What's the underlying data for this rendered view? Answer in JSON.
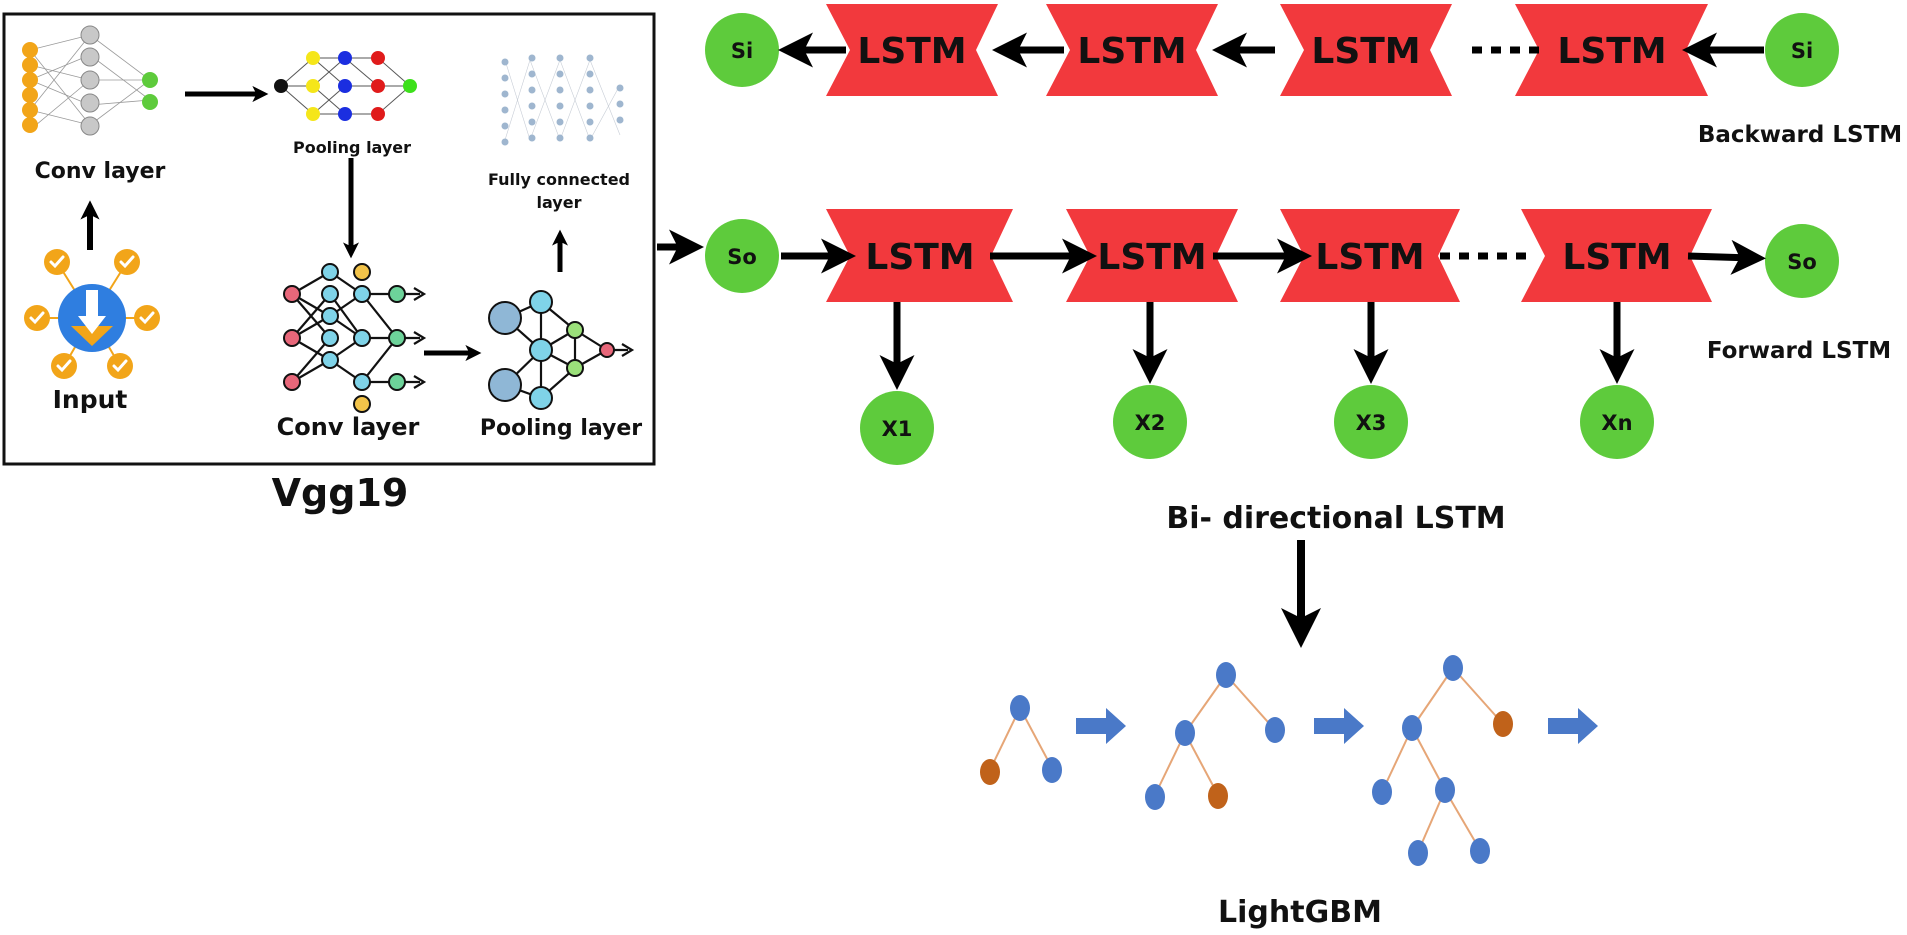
{
  "vgg": {
    "title": "Vgg19",
    "input_label": "Input",
    "conv_layer_1": "Conv layer",
    "pooling_layer_1": "Pooling layer",
    "fully_connected": [
      "Fully connected",
      "layer"
    ],
    "conv_layer_2": "Conv layer",
    "pooling_layer_2": "Pooling layer"
  },
  "backward": {
    "label": "Backward LSTM",
    "cells": [
      "LSTM",
      "LSTM",
      "LSTM",
      "LSTM"
    ],
    "start_node": "Si",
    "end_node": "Si"
  },
  "forward": {
    "label": "Forward LSTM",
    "cells": [
      "LSTM",
      "LSTM",
      "LSTM",
      "LSTM"
    ],
    "start_node": "So",
    "end_node": "So",
    "outputs": [
      "X1",
      "X2",
      "X3",
      "Xn"
    ]
  },
  "bilstm_label": "Bi- directional LSTM",
  "lightgbm_label": "LightGBM",
  "colors": {
    "lstm_red": "#f2393d",
    "node_green": "#5ecb3c",
    "tree_blue": "#4a79c8",
    "tree_orange": "#c0621a",
    "tree_edge": "#e6a677",
    "arrow_blue": "#4a79c8",
    "input_orange": "#f2a519",
    "input_blue": "#2f7ee0"
  }
}
